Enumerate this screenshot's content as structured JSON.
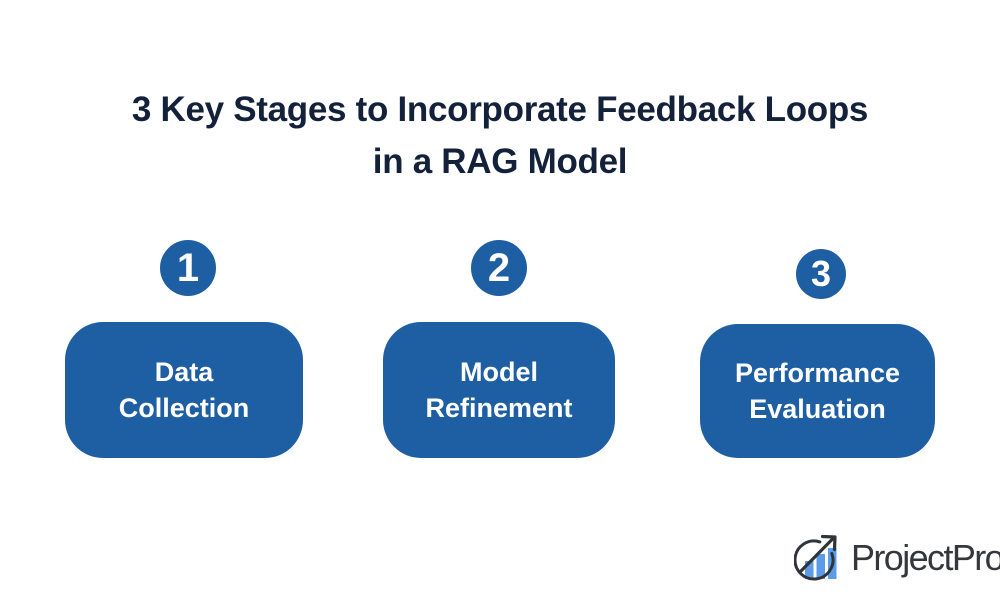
{
  "title": {
    "line1": "3 Key Stages to Incorporate Feedback Loops",
    "line2": "in a RAG Model"
  },
  "stages": [
    {
      "number": "1",
      "label": "Data Collection"
    },
    {
      "number": "2",
      "label": "Model Refinement"
    },
    {
      "number": "3",
      "label": "Performance Evaluation"
    }
  ],
  "brand": {
    "name": "ProjectPro",
    "icon": "growth-chart-arrow-icon"
  },
  "colors": {
    "primary_blue": "#1E5FA4",
    "title_navy": "#13223A",
    "box_text": "#FFFFFF",
    "logo_text": "#34383C",
    "logo_stroke": "#2F3439",
    "logo_bar_blue": "#5B9BE8",
    "background": "#FFFFFF"
  }
}
